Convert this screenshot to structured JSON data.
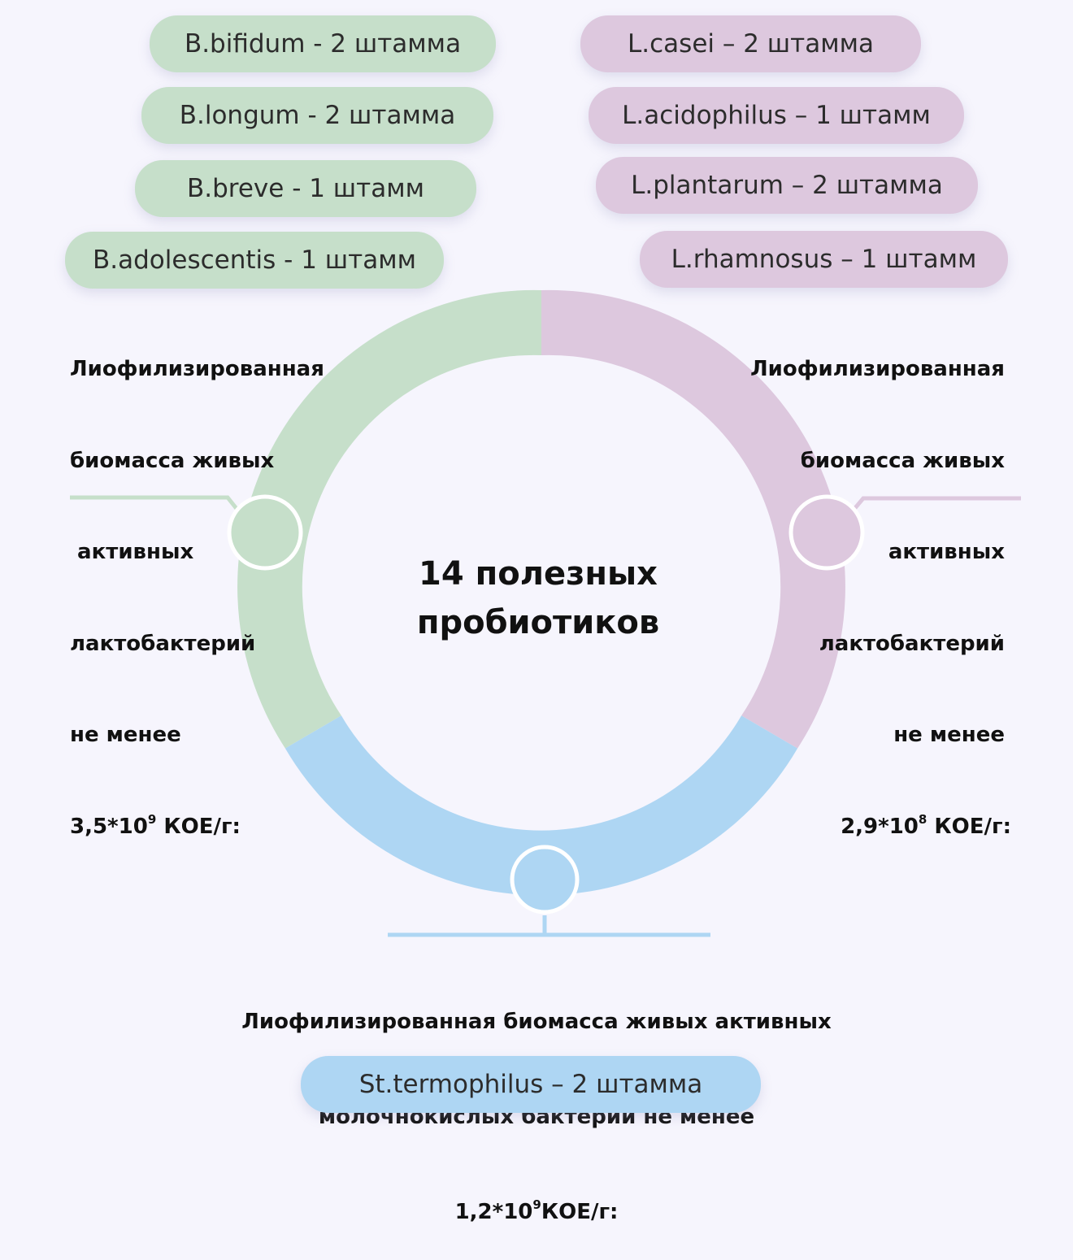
{
  "center": {
    "line1": "14 полезных",
    "line2": "пробиотиков"
  },
  "colors": {
    "green": "#c6dfca",
    "purple": "#ddc8de",
    "blue": "#aed6f3",
    "background": "#f6f5fd"
  },
  "segments": [
    {
      "name": "bifidobacteria",
      "color": "#c6dfca"
    },
    {
      "name": "lactobacilli",
      "color": "#ddc8de"
    },
    {
      "name": "streptococcus",
      "color": "#aed6f3"
    }
  ],
  "left_group": {
    "strains": [
      "B.bifidum - 2 штамма",
      "B.longum - 2 штамма",
      "B.breve - 1 штамм",
      "B.adolescentis - 1 штамм"
    ],
    "desc_lines": [
      "Лиофилизированная",
      "биомасса живых",
      " активных",
      "лактобактерий",
      "не менее"
    ],
    "amount_base": "3,5*10",
    "amount_exp": "9",
    "amount_unit": " КОЕ/г:"
  },
  "right_group": {
    "strains": [
      "L.casei – 2 штамма",
      "L.acidophilus – 1 штамм",
      "L.plantarum – 2 штамма",
      "L.rhamnosus – 1 штамм"
    ],
    "desc_lines": [
      "Лиофилизированная",
      "биомасса живых",
      "активных",
      "лактобактерий",
      "не менее"
    ],
    "amount_base": "2,9*10",
    "amount_exp": "8",
    "amount_unit": " КОЕ/г:"
  },
  "bottom_group": {
    "desc_line1": "Лиофилизированная биомасса живых активных",
    "desc_line2": "молочнокислых бактерий не менее",
    "amount_base": "1,2*10",
    "amount_exp": "9",
    "amount_unit": "КОЕ/г:",
    "strain": "St.termophilus – 2 штамма"
  }
}
